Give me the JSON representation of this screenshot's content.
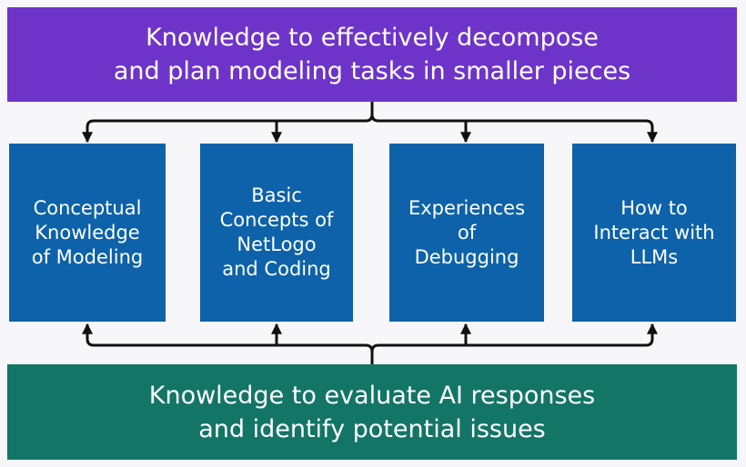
{
  "colors": {
    "top_band": "#6e34c9",
    "bottom_band": "#137566",
    "boxes": "#0d62a9",
    "connectors": "#111111",
    "background": "#f7f7f9"
  },
  "top_band": {
    "lines": [
      "Knowledge to effectively decompose",
      "and plan modeling tasks in smaller pieces"
    ]
  },
  "boxes": [
    {
      "lines": [
        "Conceptual",
        "Knowledge",
        "of Modeling"
      ]
    },
    {
      "lines": [
        "Basic",
        "Concepts of",
        "NetLogo",
        "and Coding"
      ]
    },
    {
      "lines": [
        "Experiences",
        "of",
        "Debugging"
      ]
    },
    {
      "lines": [
        "How to",
        "Interact with",
        "LLMs"
      ]
    }
  ],
  "bottom_band": {
    "lines": [
      "Knowledge to evaluate AI responses",
      "and identify potential issues"
    ]
  }
}
